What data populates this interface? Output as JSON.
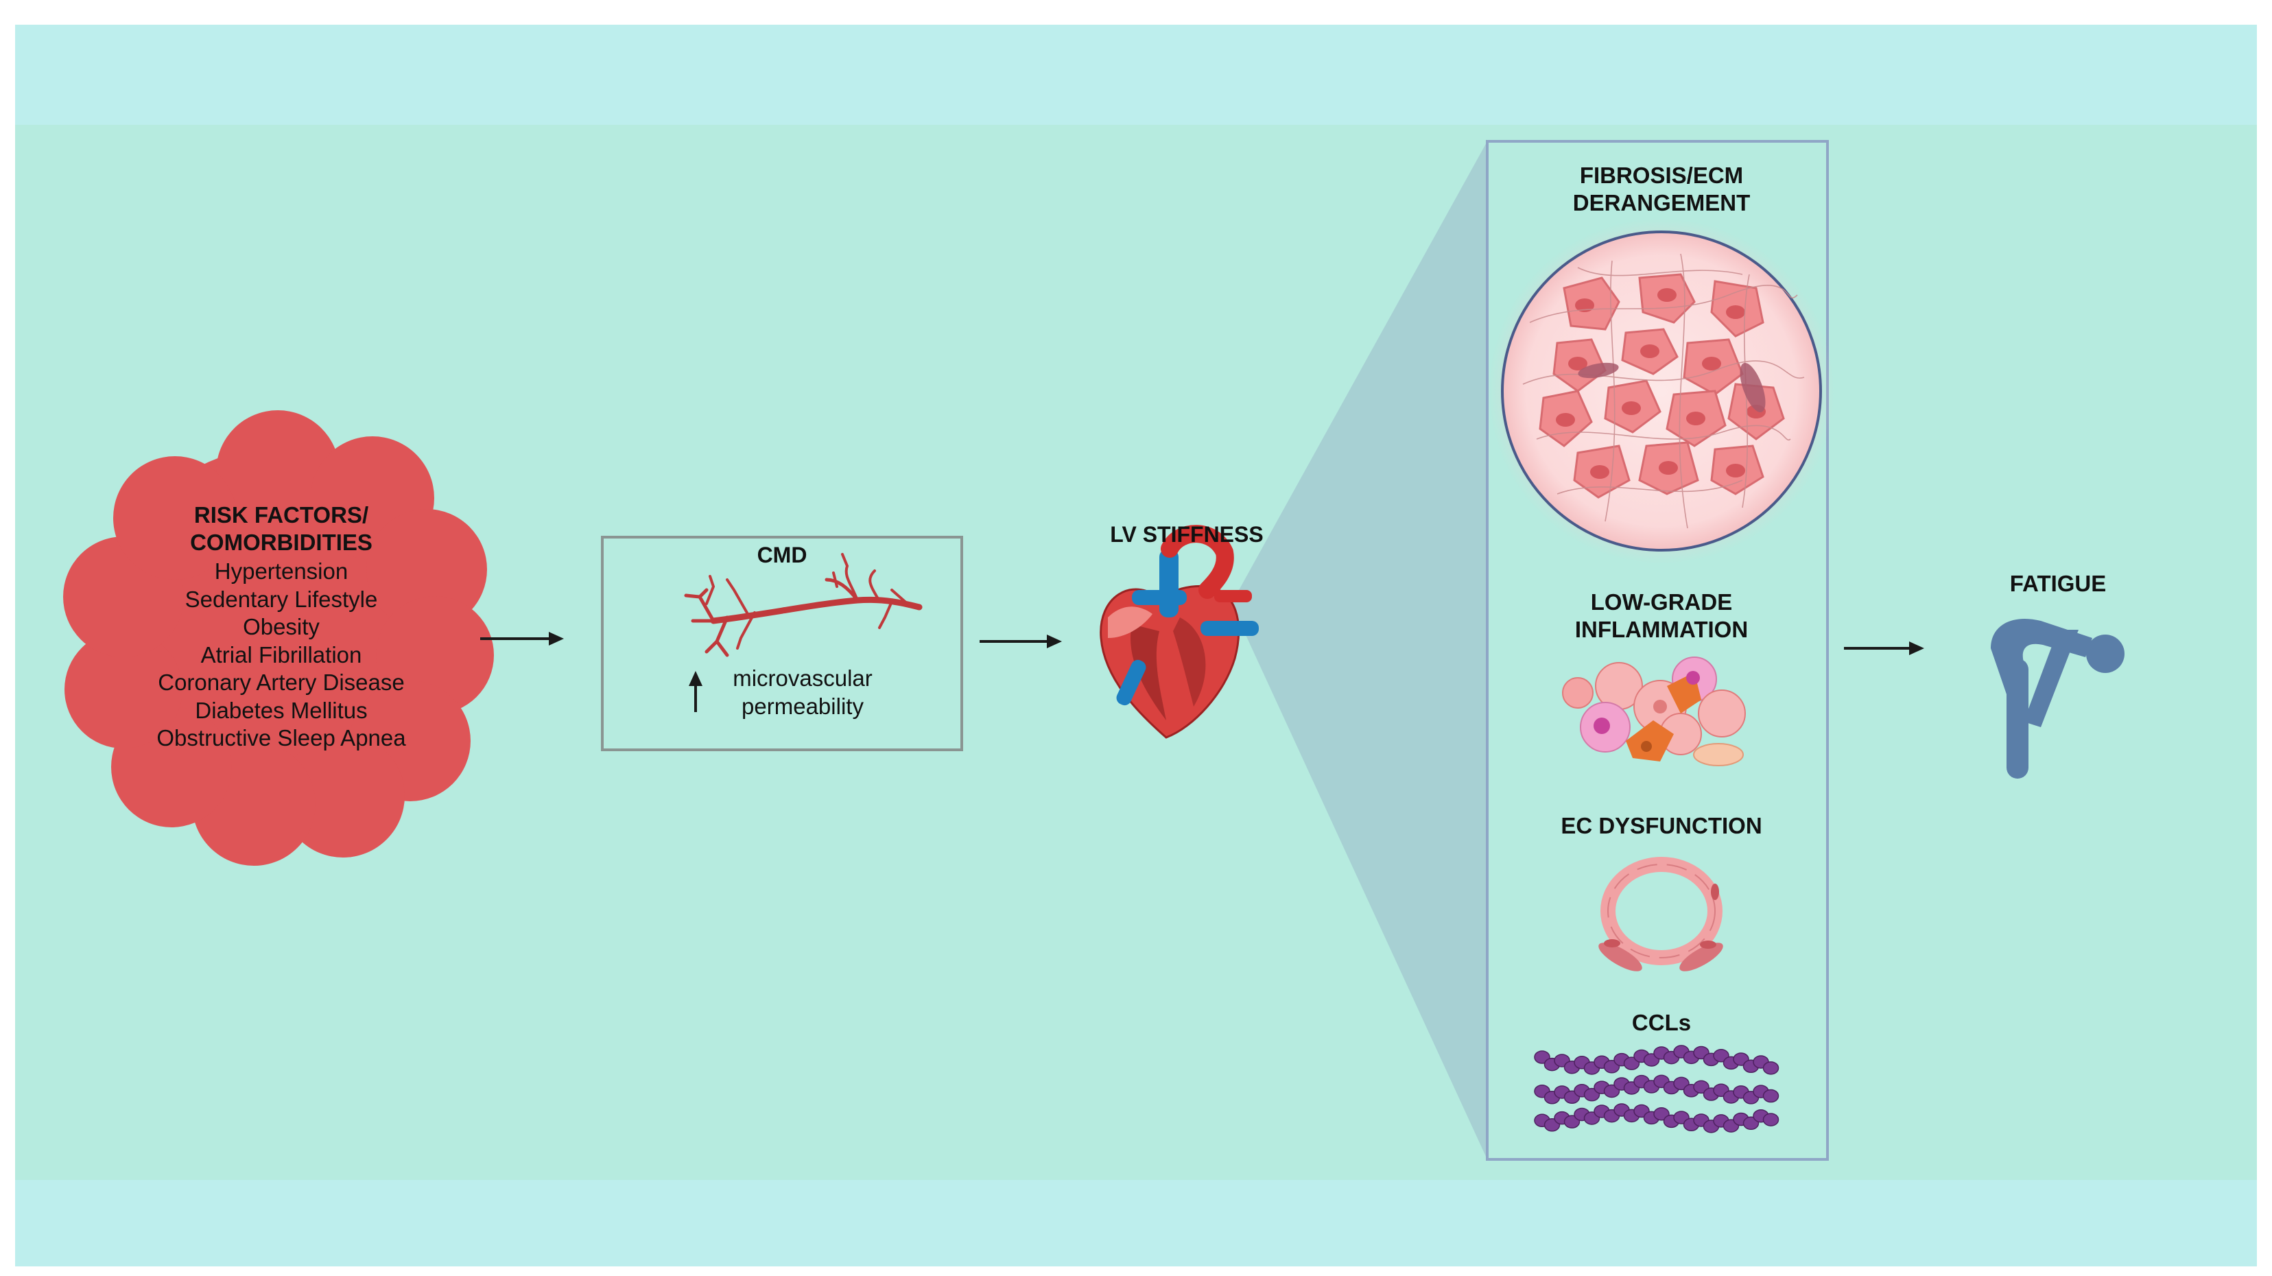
{
  "risk_factors": {
    "title_line1": "RISK FACTORS/",
    "title_line2": "COMORBIDITIES",
    "items": [
      "Hypertension",
      "Sedentary Lifestyle",
      "Obesity",
      "Atrial Fibrillation",
      "Coronary Artery Disease",
      "Diabetes Mellitus",
      "Obstructive Sleep Apnea"
    ]
  },
  "cmd": {
    "title": "CMD",
    "text_line1": "microvascular",
    "text_line2": "permeability"
  },
  "lv": {
    "title": "LV STIFFNESS"
  },
  "panel": {
    "fibrosis_line1": "FIBROSIS/ECM",
    "fibrosis_line2": "DERANGEMENT",
    "inflammation_line1": "LOW-GRADE",
    "inflammation_line2": "INFLAMMATION",
    "ec": "EC DYSFUNCTION",
    "ccl": "CCLs"
  },
  "fatigue": {
    "title": "FATIGUE"
  },
  "colors": {
    "outer_band": "#bdeeed",
    "main_band": "#b6ebdf",
    "risk_fill": "#de5557",
    "frame": "#8fa6c6",
    "person": "#5a7ea8",
    "vessel": "#c0393b",
    "ccl": "#7a3d94",
    "cell": "#f2a3a3"
  }
}
